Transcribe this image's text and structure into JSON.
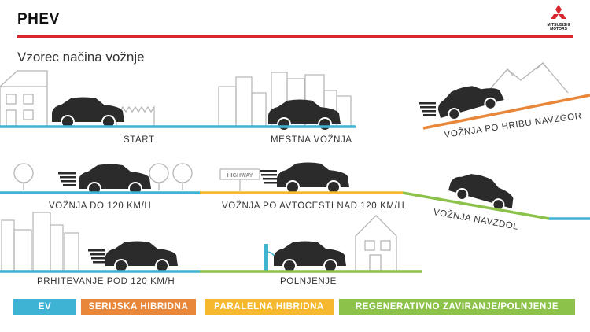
{
  "header": {
    "title": "PHEV",
    "brand_line1": "MITSUBISHI",
    "brand_line2": "MOTORS"
  },
  "subtitle": "Vzorec načina vožnje",
  "scenarios": [
    {
      "label": "START"
    },
    {
      "label": "MESTNA VOŽNJA"
    },
    {
      "label": "VOŽNJA PO HRIBU NAVZGOR"
    },
    {
      "label": "VOŽNJA DO 120 KM/H"
    },
    {
      "label": "VOŽNJA PO AVTOCESTI NAD 120 KM/H"
    },
    {
      "label": "VOŽNJA NAVZDOL"
    },
    {
      "label": "PRHITEVANJE POD 120 KM/H"
    },
    {
      "label": "POLNJENJE"
    }
  ],
  "highway_sign": "HIGHWAY",
  "legend": [
    {
      "label": "EV",
      "color": "#3fb3d4"
    },
    {
      "label": "SERIJSKA HIBRIDNA",
      "color": "#e8873a"
    },
    {
      "label": "PARALELNA HIBRIDNA",
      "color": "#f5b82e"
    },
    {
      "label": "REGENERATIVNO ZAVIRANJE/POLNJENJE",
      "color": "#8cc24a"
    }
  ],
  "colors": {
    "accent_red": "#d8262e",
    "car": "#2b2b2b",
    "outline": "#b5b5b5"
  }
}
